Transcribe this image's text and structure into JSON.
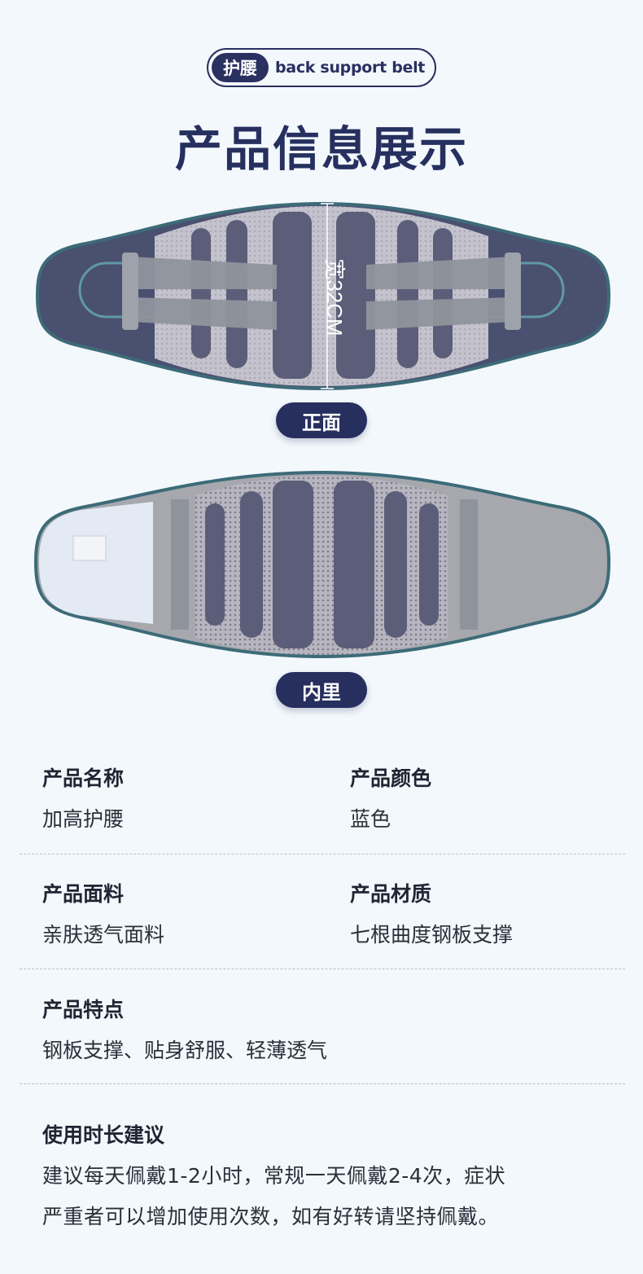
{
  "tag": {
    "cn": "护腰",
    "en": "back support belt"
  },
  "title": "产品信息展示",
  "front": {
    "width_label": "宽32CM",
    "caption": "正面"
  },
  "inner": {
    "caption": "内里"
  },
  "info": {
    "name": {
      "label": "产品名称",
      "value": "加高护腰"
    },
    "color": {
      "label": "产品颜色",
      "value": "蓝色"
    },
    "fabric": {
      "label": "产品面料",
      "value": "亲肤透气面料"
    },
    "material": {
      "label": "产品材质",
      "value": "七根曲度钢板支撑"
    },
    "features": {
      "label": "产品特点",
      "value": "钢板支撑、贴身舒服、轻薄透气"
    },
    "usage": {
      "label": "使用时长建议",
      "lines": [
        "建议每天佩戴1-2小时，常规一天佩戴2-4次，症状",
        "严重者可以增加使用次数，如有好转请坚持佩戴。"
      ]
    }
  },
  "colors": {
    "navy": "#262f5e",
    "belt_dark": "#4a5070",
    "belt_trim": "#3d6b78",
    "mesh": "#b9b7c2",
    "panel": "#5c5d78",
    "strap": "#8f939c",
    "inner_gray": "#a6a8ae"
  }
}
